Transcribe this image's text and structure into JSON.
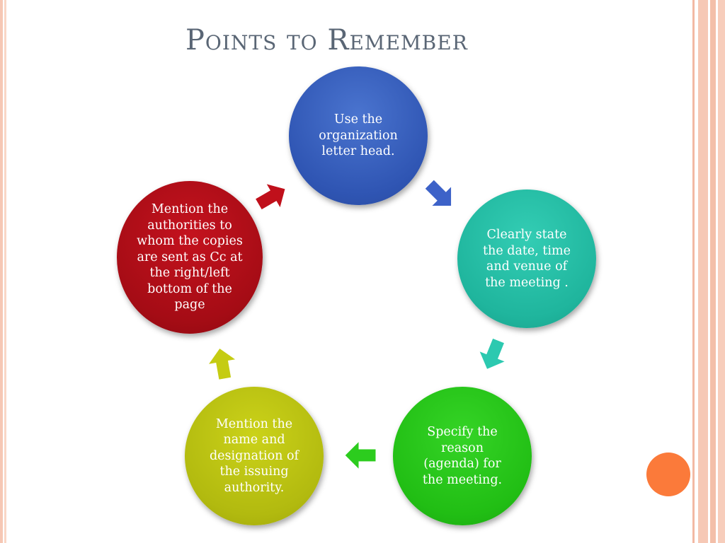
{
  "slide": {
    "title": "Points to Remember"
  },
  "steps": [
    {
      "text": "Use the organization letter head.",
      "color": "#3360c0"
    },
    {
      "text": "Clearly state the date, time and venue of the meeting .",
      "color": "#22bba3"
    },
    {
      "text": "Specify the reason (agenda) for the meeting.",
      "color": "#26c418"
    },
    {
      "text": "Mention the name and designation of the issuing authority.",
      "color": "#b8bf12"
    },
    {
      "text": "Mention the authorities to whom the copies are sent as Cc at the right/left bottom of the page",
      "color": "#b30e18"
    }
  ],
  "arrows": [
    {
      "color": "#3d62c8"
    },
    {
      "color": "#2cc9b0"
    },
    {
      "color": "#2ccc1e"
    },
    {
      "color": "#c5cc12"
    },
    {
      "color": "#c0101b"
    }
  ],
  "accent_color": "#fb7a3a"
}
